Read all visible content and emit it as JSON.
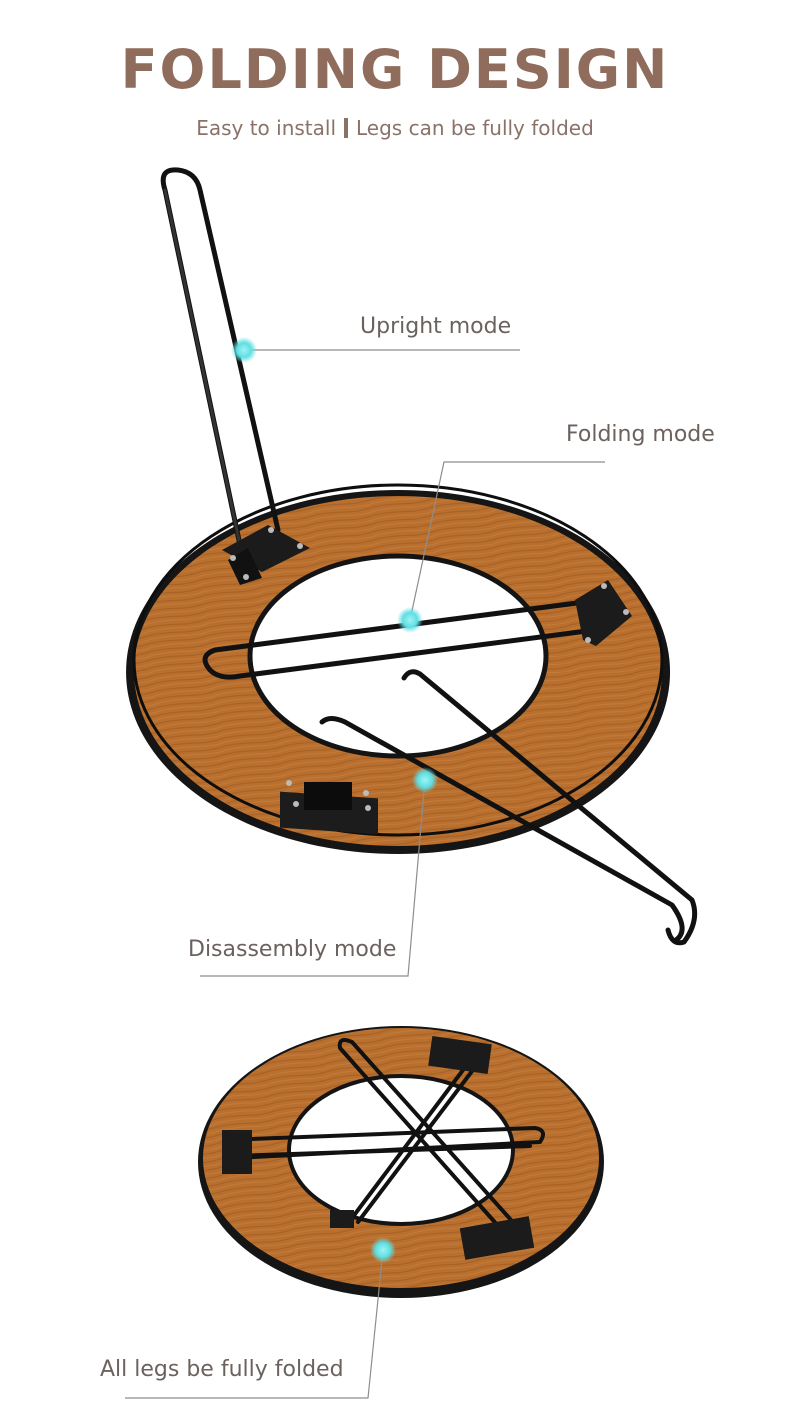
{
  "header": {
    "title": "FOLDING DESIGN",
    "subtitle_left": "Easy to install",
    "subtitle_right": "Legs can be fully folded"
  },
  "callouts": {
    "upright": "Upright mode",
    "folding": "Folding mode",
    "disassembly": "Disassembly mode",
    "folded": "All legs be fully folded"
  },
  "colors": {
    "title": "#8f6c5b",
    "wood": "#b76c31",
    "edge": "#1a1a1a",
    "metal": "#111111",
    "dot": "#66e0e4"
  },
  "icons": [
    "round-table-top-image",
    "folding-leg-image",
    "callout-dot-icon"
  ]
}
